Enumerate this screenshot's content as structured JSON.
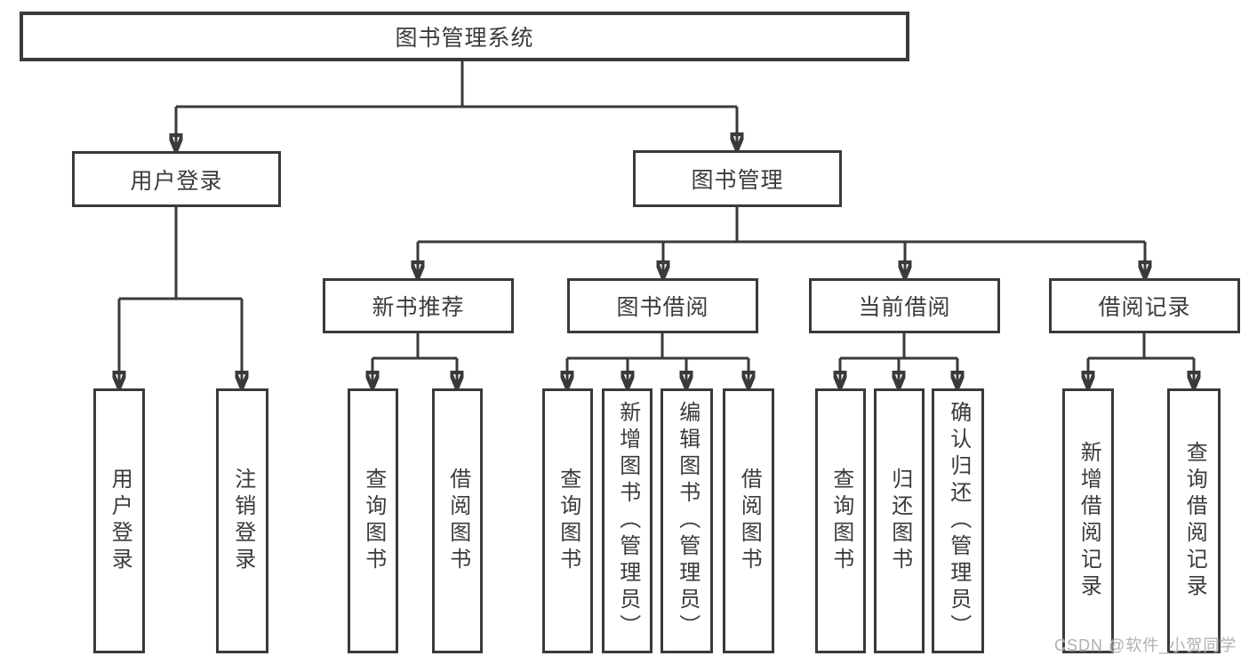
{
  "tree": {
    "label": "图书管理系统",
    "children": [
      {
        "label": "用户登录",
        "children": [
          {
            "label": "用户登录"
          },
          {
            "label": "注销登录"
          }
        ]
      },
      {
        "label": "图书管理",
        "children": [
          {
            "label": "新书推荐",
            "children": [
              {
                "label": "查询图书"
              },
              {
                "label": "借阅图书"
              }
            ]
          },
          {
            "label": "图书借阅",
            "children": [
              {
                "label": "查询图书"
              },
              {
                "label": "新增图书（管理员）"
              },
              {
                "label": "编辑图书（管理员）"
              },
              {
                "label": "借阅图书"
              }
            ]
          },
          {
            "label": "当前借阅",
            "children": [
              {
                "label": "查询图书"
              },
              {
                "label": "归还图书"
              },
              {
                "label": "确认归还（管理员）"
              }
            ]
          },
          {
            "label": "借阅记录",
            "children": [
              {
                "label": "新增借阅记录"
              },
              {
                "label": "查询借阅记录"
              }
            ]
          }
        ]
      }
    ]
  },
  "watermark": {
    "text": "CSDN @软件_小贺同学"
  },
  "colors": {
    "line": "#3a3a3a",
    "text": "#3b3b3b",
    "watermark": "#b0b0b0",
    "background": "#ffffff"
  }
}
